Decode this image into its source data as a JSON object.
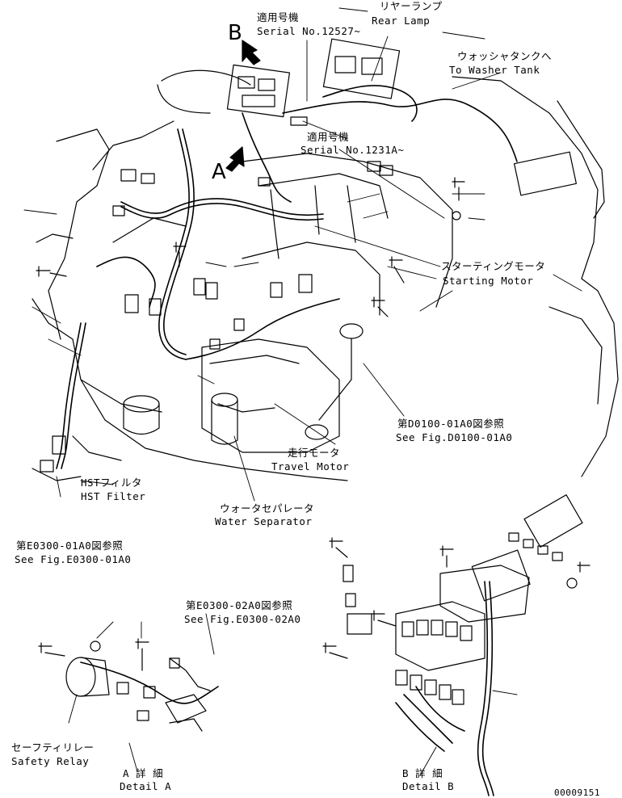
{
  "callouts": {
    "view_b": "B",
    "view_a": "A",
    "serial_a_jp": "適用号機",
    "serial_a": "Serial No.12527~",
    "rear_lamp_jp": "リヤーランプ",
    "rear_lamp": "Rear Lamp",
    "washer_jp": "ウォッシャタンクへ",
    "washer": "To Washer Tank",
    "serial_b_jp": "適用号機",
    "serial_b": "Serial No.1231A~",
    "starting_motor_jp": "スターティングモータ",
    "starting_motor": "Starting Motor",
    "see_d0100_jp": "第D0100-01A0図参照",
    "see_d0100": "See Fig.D0100-01A0",
    "travel_motor_jp": "走行モータ",
    "travel_motor": "Travel Motor",
    "hst_filter_jp": "HSTフィルタ",
    "hst_filter": "HST Filter",
    "water_sep_jp": "ウォータセパレータ",
    "water_sep": "Water Separator",
    "see_e0300_01_jp": "第E0300-01A0図参照",
    "see_e0300_01": "See Fig.E0300-01A0",
    "see_e0300_02_jp": "第E0300-02A0図参照",
    "see_e0300_02": "See Fig.E0300-02A0",
    "safety_relay_jp": "セーフティリレー",
    "safety_relay": "Safety Relay",
    "detail_a_jp": "A 詳 細",
    "detail_a": "Detail A",
    "detail_b_jp": "B 詳 細",
    "detail_b": "Detail B"
  },
  "drawing_number": "00009151"
}
